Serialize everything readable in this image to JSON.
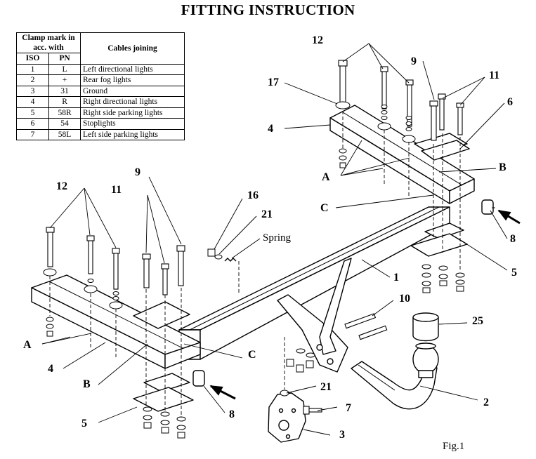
{
  "title": "FITTING INSTRUCTION",
  "table": {
    "header_clamp": "Clamp mark in acc. with",
    "header_iso": "ISO",
    "header_pn": "PN",
    "header_cables": "Cables joining",
    "rows": [
      {
        "iso": "1",
        "pn": "L",
        "desc": "Left directional lights"
      },
      {
        "iso": "2",
        "pn": "+",
        "desc": "Rear fog lights"
      },
      {
        "iso": "3",
        "pn": "31",
        "desc": "Ground"
      },
      {
        "iso": "4",
        "pn": "R",
        "desc": "Right directional lights"
      },
      {
        "iso": "5",
        "pn": "58R",
        "desc": "Right side parking lights"
      },
      {
        "iso": "6",
        "pn": "54",
        "desc": "Stoplights"
      },
      {
        "iso": "7",
        "pn": "58L",
        "desc": "Left side parking lights"
      }
    ]
  },
  "labels": {
    "l12_top": "12",
    "l9_top": "9",
    "l11_top": "11",
    "l17": "17",
    "l6": "6",
    "l4_top": "4",
    "lB_top": "B",
    "lA_top": "A",
    "lC_top": "C",
    "l8_top": "8",
    "l5_right": "5",
    "l1": "1",
    "l12_left": "12",
    "l11_left": "11",
    "l9_left": "9",
    "l16": "16",
    "l21_top": "21",
    "spring": "Spring",
    "l10": "10",
    "l25": "25",
    "lA_left": "A",
    "l4_left": "4",
    "lB_left": "B",
    "lC_bottom": "C",
    "l21_bottom": "21",
    "l7": "7",
    "l2": "2",
    "l5_left": "5",
    "l8_bottom": "8",
    "l3": "3"
  },
  "figure_label": "Fig.1"
}
